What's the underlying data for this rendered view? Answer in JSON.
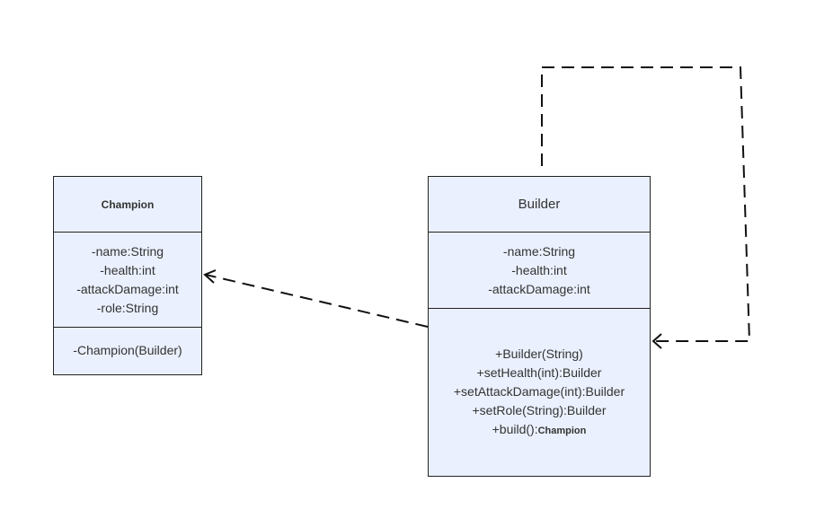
{
  "classes": {
    "champion": {
      "name": "Champion",
      "attributes": [
        "-name:String",
        "-health:int",
        "-attackDamage:int",
        "-role:String"
      ],
      "methods": [
        "-Champion(Builder)"
      ]
    },
    "builder": {
      "name": "Builder",
      "attributes": [
        "-name:String",
        "-health:int",
        "-attackDamage:int"
      ],
      "methods": [
        "+Builder(String)",
        "+setHealth(int):Builder",
        "+setAttackDamage(int):Builder",
        "+setRole(String):Builder"
      ],
      "build_method_prefix": "+build():",
      "build_method_return": "Champion"
    }
  },
  "relations": [
    {
      "from": "Builder",
      "to": "Champion",
      "type": "dependency"
    },
    {
      "from": "Builder",
      "to": "Builder",
      "type": "self-dependency"
    }
  ],
  "colors": {
    "class_fill": "#eaf0fd",
    "stroke": "#222222",
    "text": "#333333"
  }
}
